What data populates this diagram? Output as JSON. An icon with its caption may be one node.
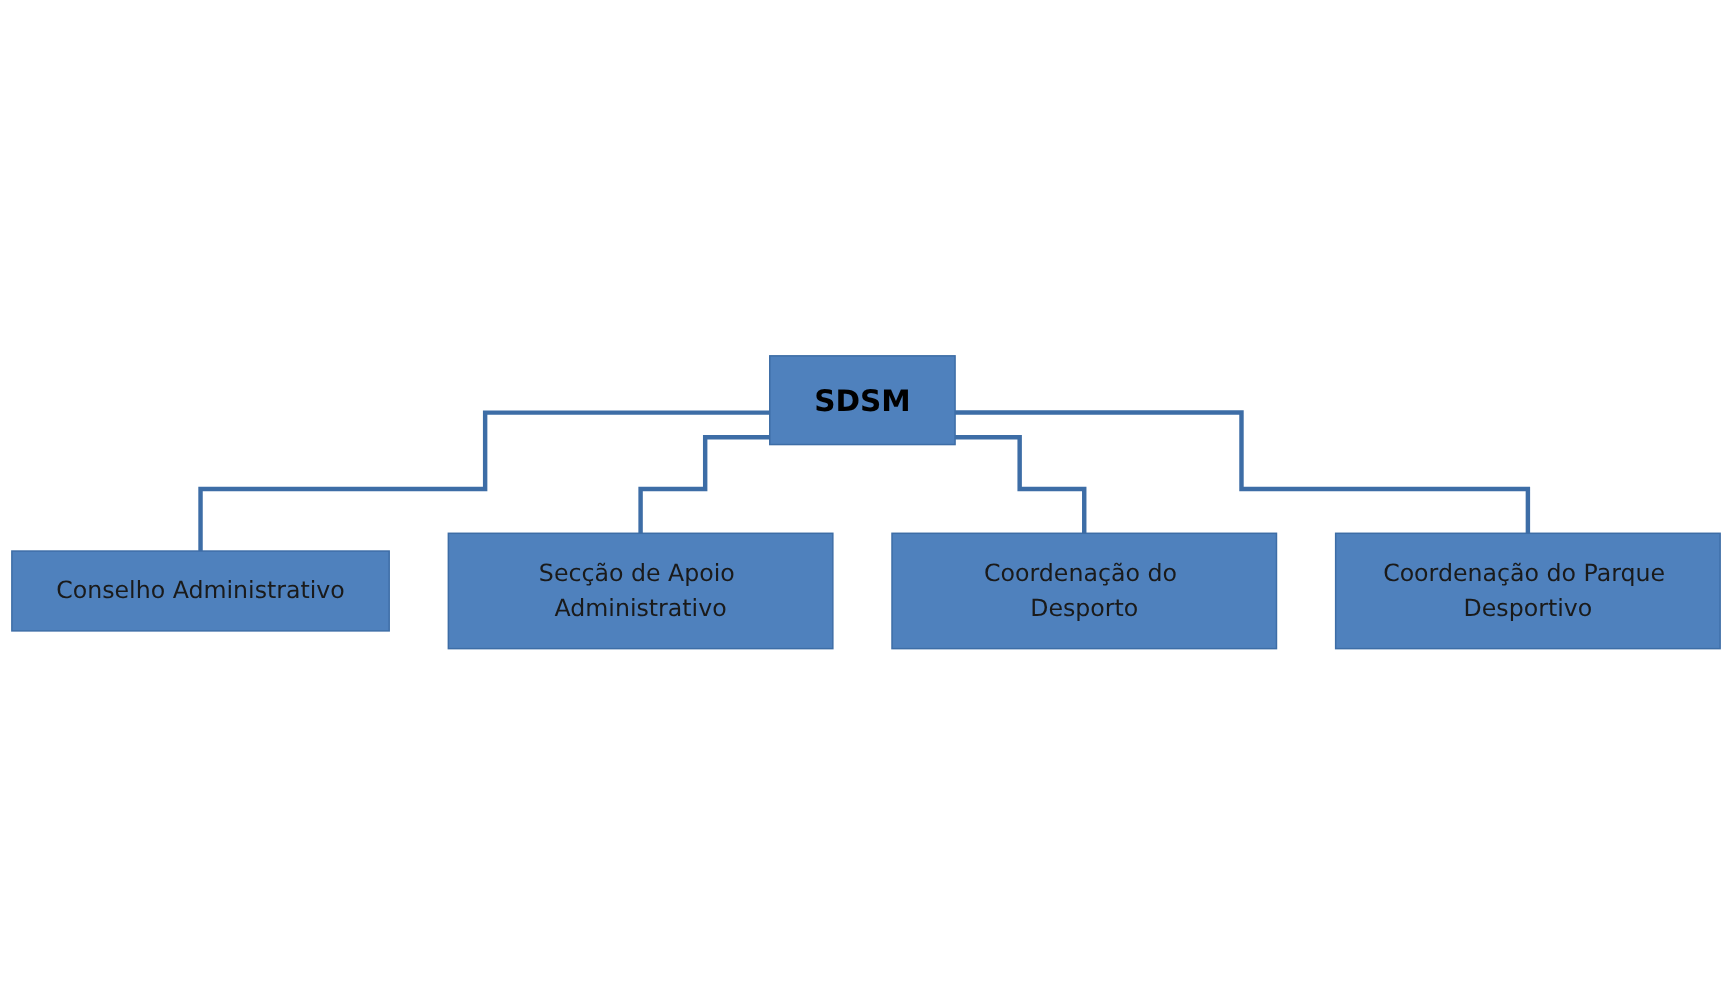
{
  "diagram": {
    "nodes": [
      {
        "text": [
          "SDSM"
        ]
      },
      {
        "text": [
          "Conselho Administrativo"
        ]
      },
      {
        "text": [
          "Secção de Apoio Administrativo"
        ]
      },
      {
        "text": [
          "Coordenação do Desporto"
        ]
      },
      {
        "text": [
          "Coordenação do Parque Desportivo"
        ]
      }
    ],
    "edges": [
      {
        "from": 0,
        "to": 1,
        "arrow": "none"
      },
      {
        "from": 0,
        "to": 2,
        "arrow": "none"
      },
      {
        "from": 0,
        "to": 3,
        "arrow": "none"
      },
      {
        "from": 0,
        "to": 4,
        "arrow": "none"
      }
    ]
  }
}
